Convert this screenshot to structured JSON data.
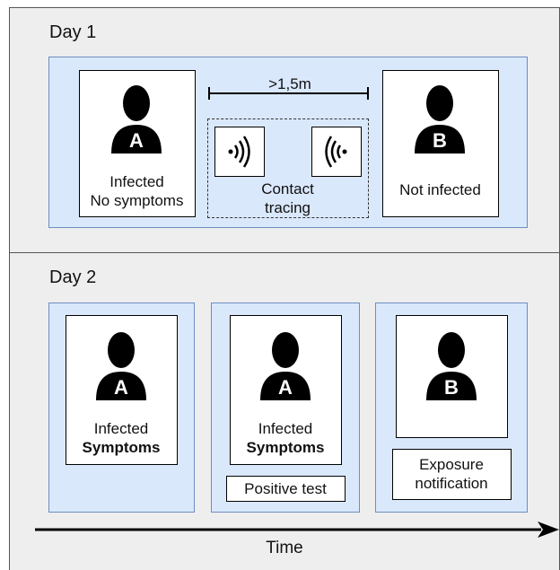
{
  "day1": {
    "title": "Day 1",
    "person_a": {
      "letter": "A",
      "status_line1": "Infected",
      "status_line2": "No symptoms"
    },
    "distance": ">1,5m",
    "contact_tracing_line1": "Contact",
    "contact_tracing_line2": "tracing",
    "person_b": {
      "letter": "B",
      "status": "Not infected"
    }
  },
  "day2": {
    "title": "Day 2",
    "col1": {
      "letter": "A",
      "line1": "Infected",
      "line2": "Symptoms"
    },
    "col2": {
      "letter": "A",
      "line1": "Infected",
      "line2": "Symptoms",
      "note": "Positive test"
    },
    "col3": {
      "letter": "B",
      "note_line1": "Exposure",
      "note_line2": "notification"
    }
  },
  "timeline": {
    "label": "Time"
  },
  "colors": {
    "panel_bg": "#eeeeee",
    "blue_fill": "#dae8fc",
    "blue_border": "#6c8ebf"
  },
  "icons": [
    "person-icon",
    "signal-transmit-icon",
    "signal-receive-icon",
    "arrow-right-icon"
  ]
}
